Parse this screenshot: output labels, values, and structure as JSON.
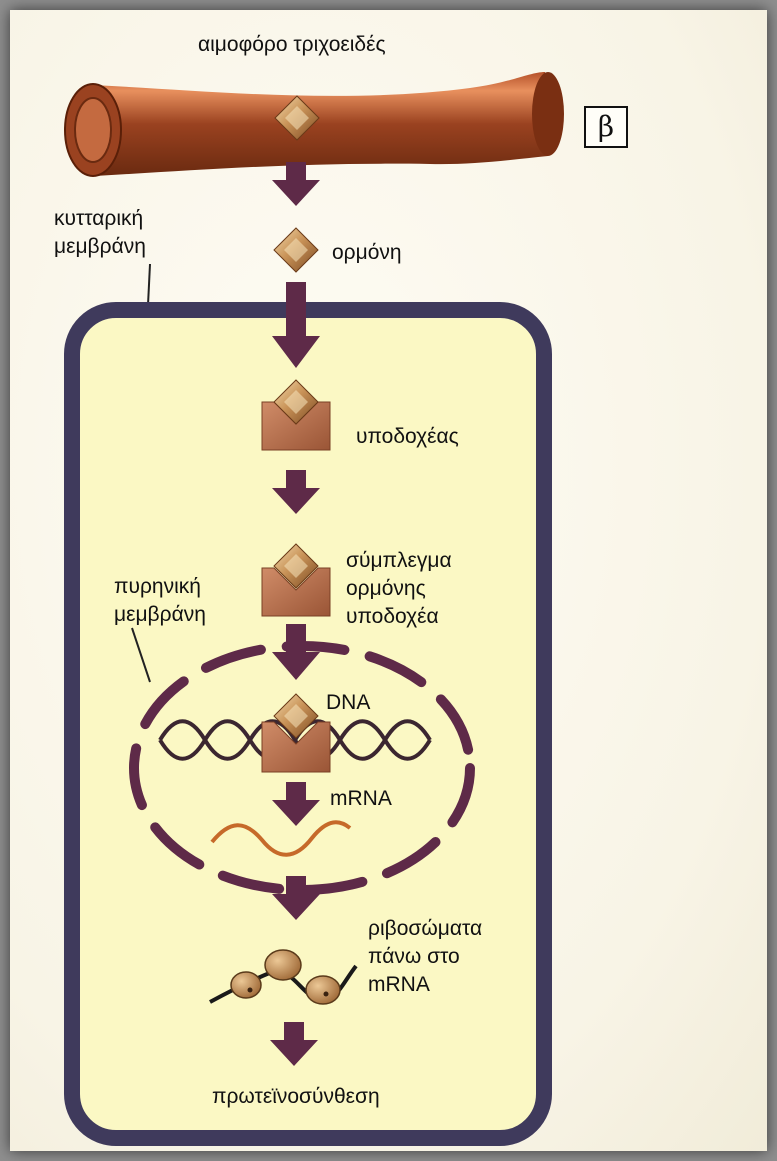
{
  "panel_letter": "β",
  "labels": {
    "capillary": "αιμοφόρο τριχοειδές",
    "cell_membrane": [
      "κυτταρική",
      "μεμβράνη"
    ],
    "hormone": "ορμόνη",
    "receptor": "υποδοχέας",
    "complex": [
      "σύμπλεγμα",
      "ορμόνης",
      "υποδοχέα"
    ],
    "nuclear_membrane": [
      "πυρηνική",
      "μεμβράνη"
    ],
    "dna": "DNA",
    "mrna": "mRNA",
    "ribosomes": [
      "ριβοσώματα",
      "πάνω στο",
      "mRNA"
    ],
    "protein_synthesis": "πρωτεϊνοσύνθεση"
  },
  "colors": {
    "vessel": "#8a3a1a",
    "cell_membrane": "#3f3a5c",
    "cytoplasm": "#fbf8c4",
    "arrow": "#5e2a48",
    "hormone": "#b7824a",
    "receptor": "#b46e4e",
    "dna_strand": "#3b2630",
    "mrna": "#c66a2a",
    "ribosome": "#b88a58"
  }
}
